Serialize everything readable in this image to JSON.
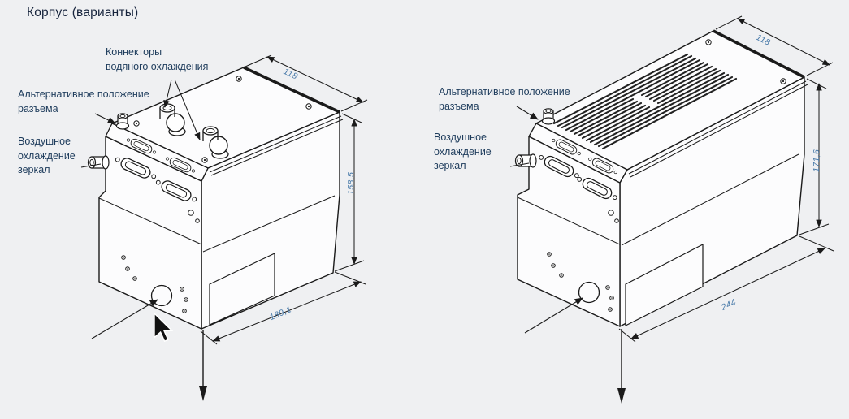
{
  "title": "Корпус (варианты)",
  "colors": {
    "background": "#eff0f2",
    "line_art": "#1a1a1a",
    "label_text": "#1e3c5c",
    "dimension_text": "#4678a8",
    "title_text": "#17243d"
  },
  "left_variant": {
    "labels": {
      "water": {
        "line1": "Коннекторы",
        "line2": "водяного охлаждения"
      },
      "alt": {
        "line1": "Альтернативное положение",
        "line2": "разъема"
      },
      "air": {
        "line1": "Воздушное",
        "line2": "охлаждение",
        "line3": "зеркал"
      }
    },
    "dimensions": {
      "width": "118",
      "height": "158,5",
      "length": "189,1"
    }
  },
  "right_variant": {
    "labels": {
      "alt": {
        "line1": "Альтернативное положение",
        "line2": "разъема"
      },
      "air": {
        "line1": "Воздушное",
        "line2": "охлаждение",
        "line3": "зеркал"
      }
    },
    "dimensions": {
      "width": "118",
      "height": "171,6",
      "length": "244"
    }
  }
}
